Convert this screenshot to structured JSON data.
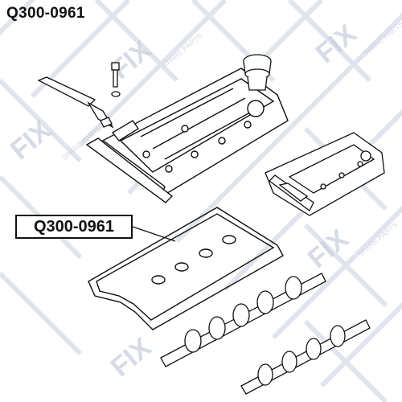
{
  "header": {
    "part_number": "Q300-0961"
  },
  "callout": {
    "label": "Q300-0961"
  },
  "watermark": {
    "logo_text": "FIX",
    "tagline": "SPARE PARTS",
    "color": "#c9cfdd"
  },
  "colors": {
    "line": "#111111",
    "background": "#ffffff"
  },
  "icons": [
    "valve-cover-icon",
    "oil-filler-cap-icon",
    "bolt-icon",
    "spark-plug-tube-icon",
    "valve-cover-gasket-icon",
    "camshaft-icon"
  ]
}
